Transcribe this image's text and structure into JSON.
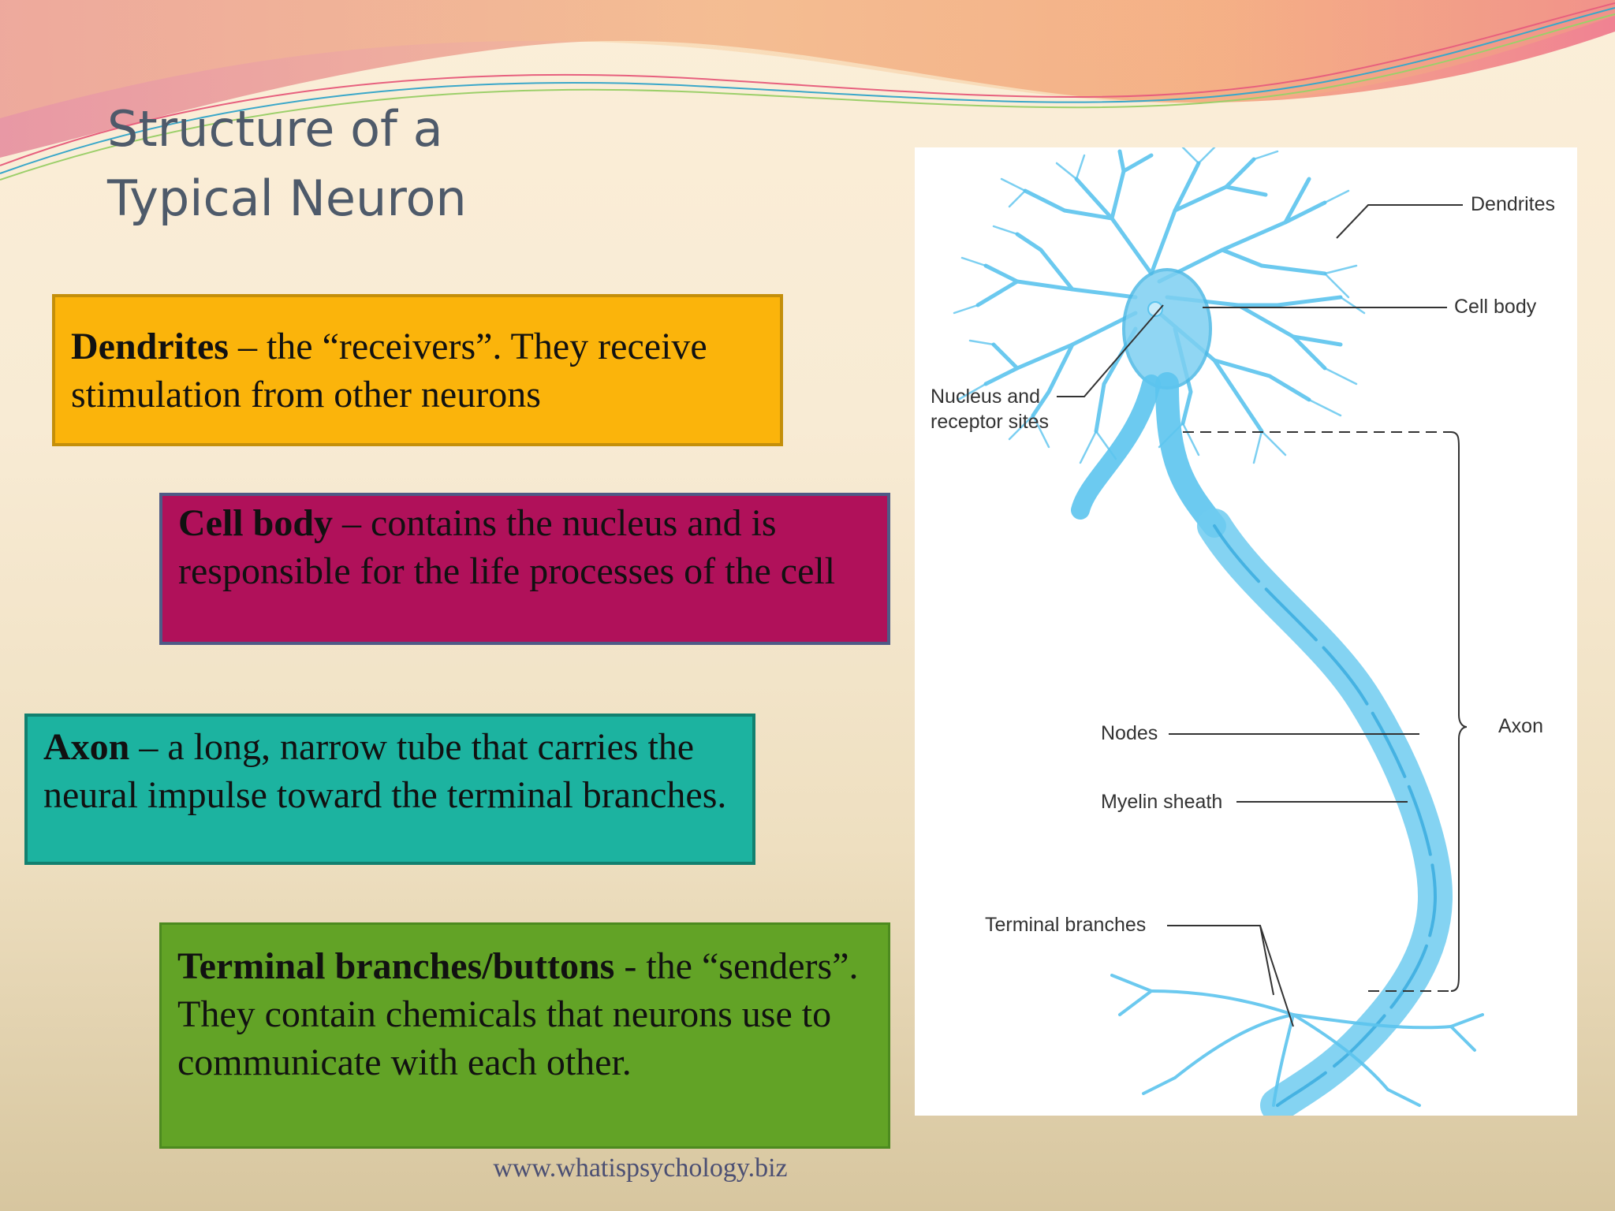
{
  "slide": {
    "title_line1": "Structure of a",
    "title_line2": "Typical Neuron",
    "footer": "www.whatispsychology.biz"
  },
  "boxes": [
    {
      "term": "Dendrites",
      "text": " – the “receivers”. They receive stimulation from other neurons",
      "color": "#fbb40b"
    },
    {
      "term": "Cell body",
      "text": " – contains the nucleus and is responsible for the life processes of the cell",
      "color": "#b0115a"
    },
    {
      "term": "Axon",
      "text": " – a long, narrow tube that carries the neural impulse toward the terminal branches.",
      "color": "#1cb3a0"
    },
    {
      "term": "Terminal branches/buttons",
      "text": " - the “senders”. They contain chemicals that neurons use to communicate with each other.",
      "color": "#62a326"
    }
  ],
  "diagram": {
    "labels": {
      "dendrites": "Dendrites",
      "cell_body": "Cell body",
      "nucleus": "Nucleus and receptor sites",
      "axon": "Axon",
      "nodes": "Nodes",
      "myelin": "Myelin sheath",
      "terminal": "Terminal branches"
    },
    "neuron_color": "#5cc4ee"
  }
}
